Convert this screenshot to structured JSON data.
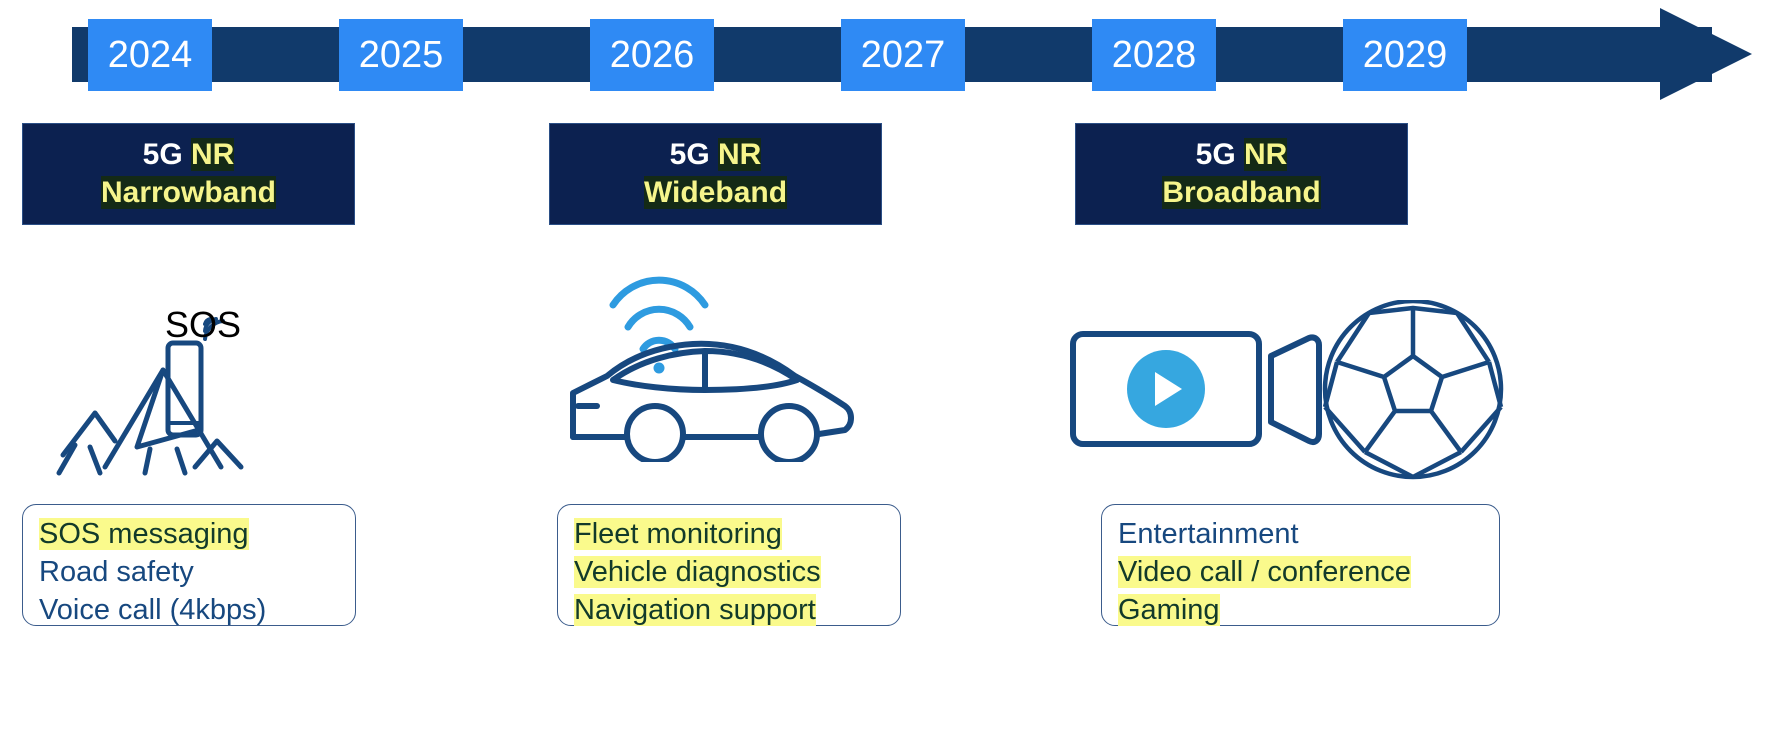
{
  "timeline": {
    "name": "5g-nr-evolution-timeline",
    "arrow_color": "#113A6B",
    "chip_color": "#2F8AF4",
    "chip_text_color": "#FFFFFF",
    "years": [
      "2024",
      "2025",
      "2026",
      "2027",
      "2028",
      "2029"
    ]
  },
  "phases": [
    {
      "banner": {
        "prefix": "5G",
        "highlight": "NR",
        "second_line": "Narrowband"
      },
      "icon": "sos-mountain-phone-icon",
      "icon_label": "SOS",
      "features": [
        {
          "text": "SOS messaging",
          "highlighted": true
        },
        {
          "text": "Road safety",
          "highlighted": false
        },
        {
          "text": "Voice call (4kbps)",
          "highlighted": false
        }
      ]
    },
    {
      "banner": {
        "prefix": "5G",
        "highlight": "NR",
        "second_line": "Wideband"
      },
      "icon": "connected-car-wifi-icon",
      "icon_label": "",
      "features": [
        {
          "text": "Fleet monitoring",
          "highlighted": true
        },
        {
          "text": "Vehicle diagnostics",
          "highlighted": true
        },
        {
          "text": "Navigation support",
          "highlighted": true
        }
      ]
    },
    {
      "banner": {
        "prefix": "5G",
        "highlight": "NR",
        "second_line": "Broadband"
      },
      "icon": "video-camera-soccer-ball-icon",
      "icon_label": "",
      "features": [
        {
          "text": "Entertainment",
          "highlighted": false
        },
        {
          "text": "Video call / conference",
          "highlighted": true
        },
        {
          "text": "Gaming",
          "highlighted": true
        }
      ]
    }
  ],
  "colors": {
    "navy_dark": "#0C2150",
    "navy_line": "#17487F",
    "blue_accent": "#2F8AF4",
    "light_blue": "#36A7E0",
    "highlight_yellow": "#FAFA8C",
    "banner_yellow": "#F6F58C"
  }
}
